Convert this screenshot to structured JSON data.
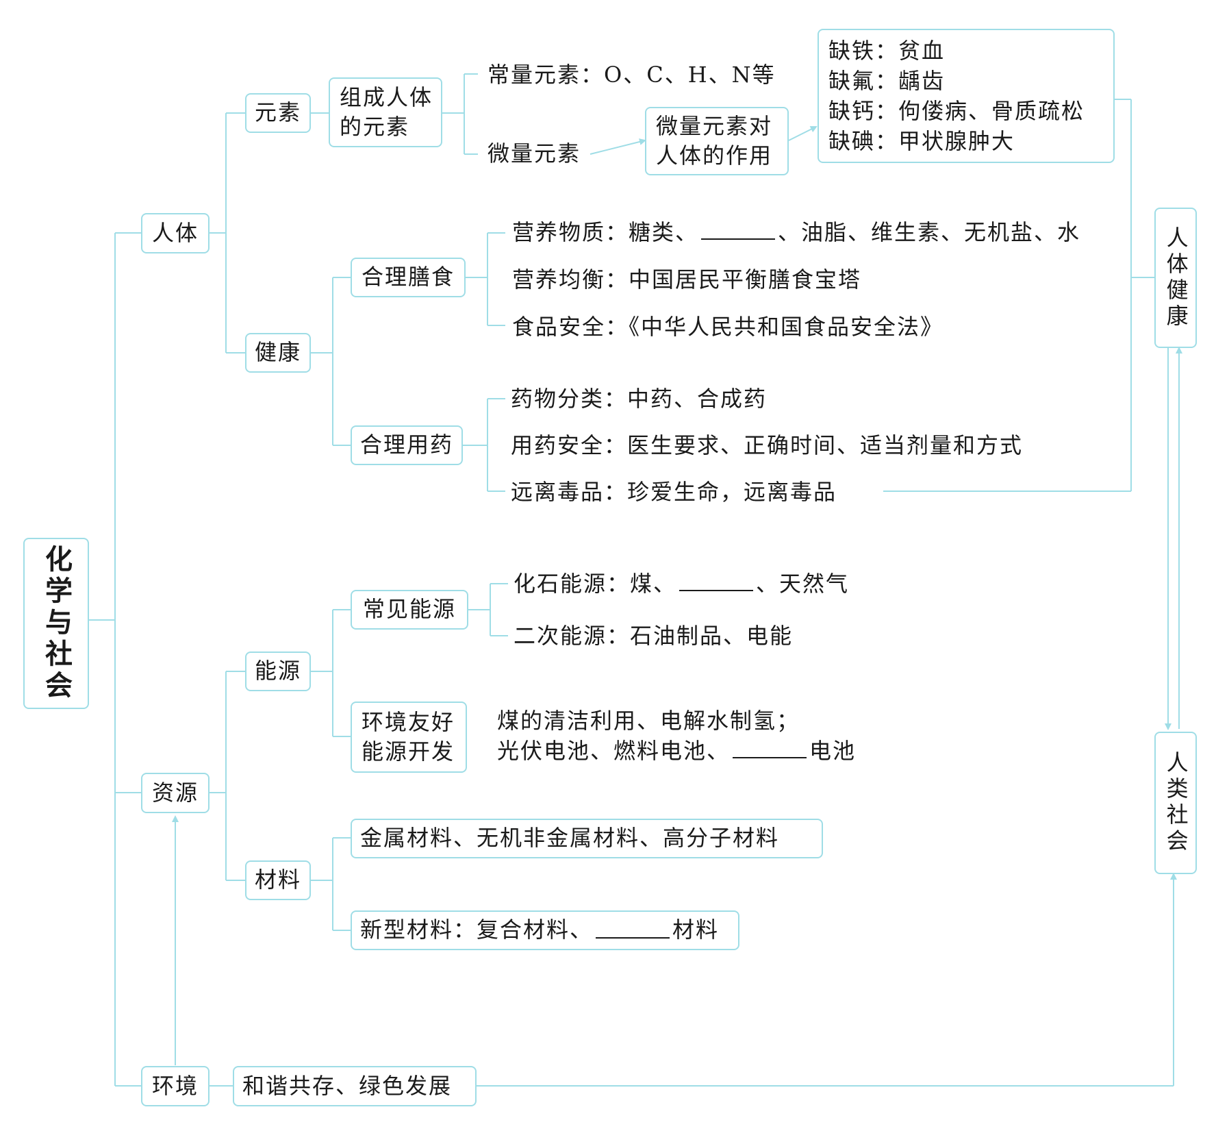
{
  "colors": {
    "line": "#9fdde6",
    "box_border": "#9fdde6",
    "text": "#1a1a1a"
  },
  "root": "化学与社会",
  "level1": {
    "renti": "人体",
    "ziyuan": "资源",
    "huanjing": "环境"
  },
  "level2": {
    "yuansu": "元素",
    "jiankang": "健康",
    "nengyuan": "能源",
    "cailiao": "材料"
  },
  "level3": {
    "zucheng": [
      "组成人体",
      "的元素"
    ],
    "heli_shanshi": "合理膳食",
    "heli_yongyao": "合理用药",
    "changjian_nengyuan": "常见能源",
    "huanjing_youhao": [
      "环境友好",
      "能源开发"
    ]
  },
  "elements": {
    "changliang": "常量元素：O、C、H、N等",
    "weiliang": "微量元素",
    "weiliang_zuoyong": [
      "微量元素对",
      "人体的作用"
    ],
    "deficiency": [
      "缺铁：贫血",
      "缺氟：龋齿",
      "缺钙：佝偻病、骨质疏松",
      "缺碘：甲状腺肿大"
    ]
  },
  "diet": {
    "yingyang_a": "营养物质：糖类、",
    "yingyang_b": "、油脂、维生素、无机盐、水",
    "junheng": "营养均衡：中国居民平衡膳食宝塔",
    "anquan": "食品安全：《中华人民共和国食品安全法》"
  },
  "medicine": {
    "fenlei": "药物分类：中药、合成药",
    "anquan": "用药安全：医生要求、正确时间、适当剂量和方式",
    "dupin": "远离毒品：珍爱生命，远离毒品"
  },
  "energy": {
    "huashi_a": "化石能源：煤、",
    "huashi_b": "、天然气",
    "erci": "二次能源：石油制品、电能",
    "youhao_line1": "煤的清洁利用、电解水制氢；",
    "youhao_line2_a": "光伏电池、燃料电池、",
    "youhao_line2_b": "电池"
  },
  "materials": {
    "jinshu": "金属材料、无机非金属材料、高分子材料",
    "xinxing_a": "新型材料：复合材料、",
    "xinxing_b": "材料"
  },
  "environment": {
    "hexie": "和谐共存、绿色发展"
  },
  "side": {
    "renti_jiankang": "人体健康",
    "renlei_shehui": "人类社会"
  }
}
